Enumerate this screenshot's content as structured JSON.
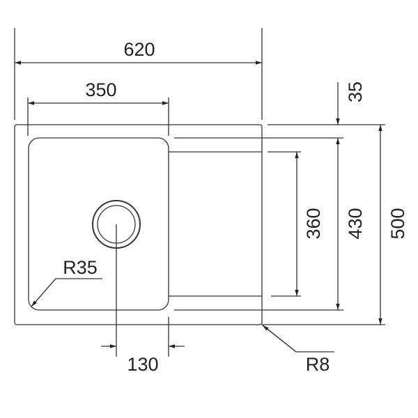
{
  "dimensions": {
    "overall_width": "620",
    "bowl_width": "350",
    "drain_offset": "130",
    "rim_depth": "35",
    "bowl_inner_depth": "360",
    "bowl_depth": "430",
    "overall_depth": "500",
    "bowl_corner_radius": "R35",
    "outer_corner_radius": "R8"
  },
  "colors": {
    "line": "#333333",
    "background": "#ffffff"
  }
}
